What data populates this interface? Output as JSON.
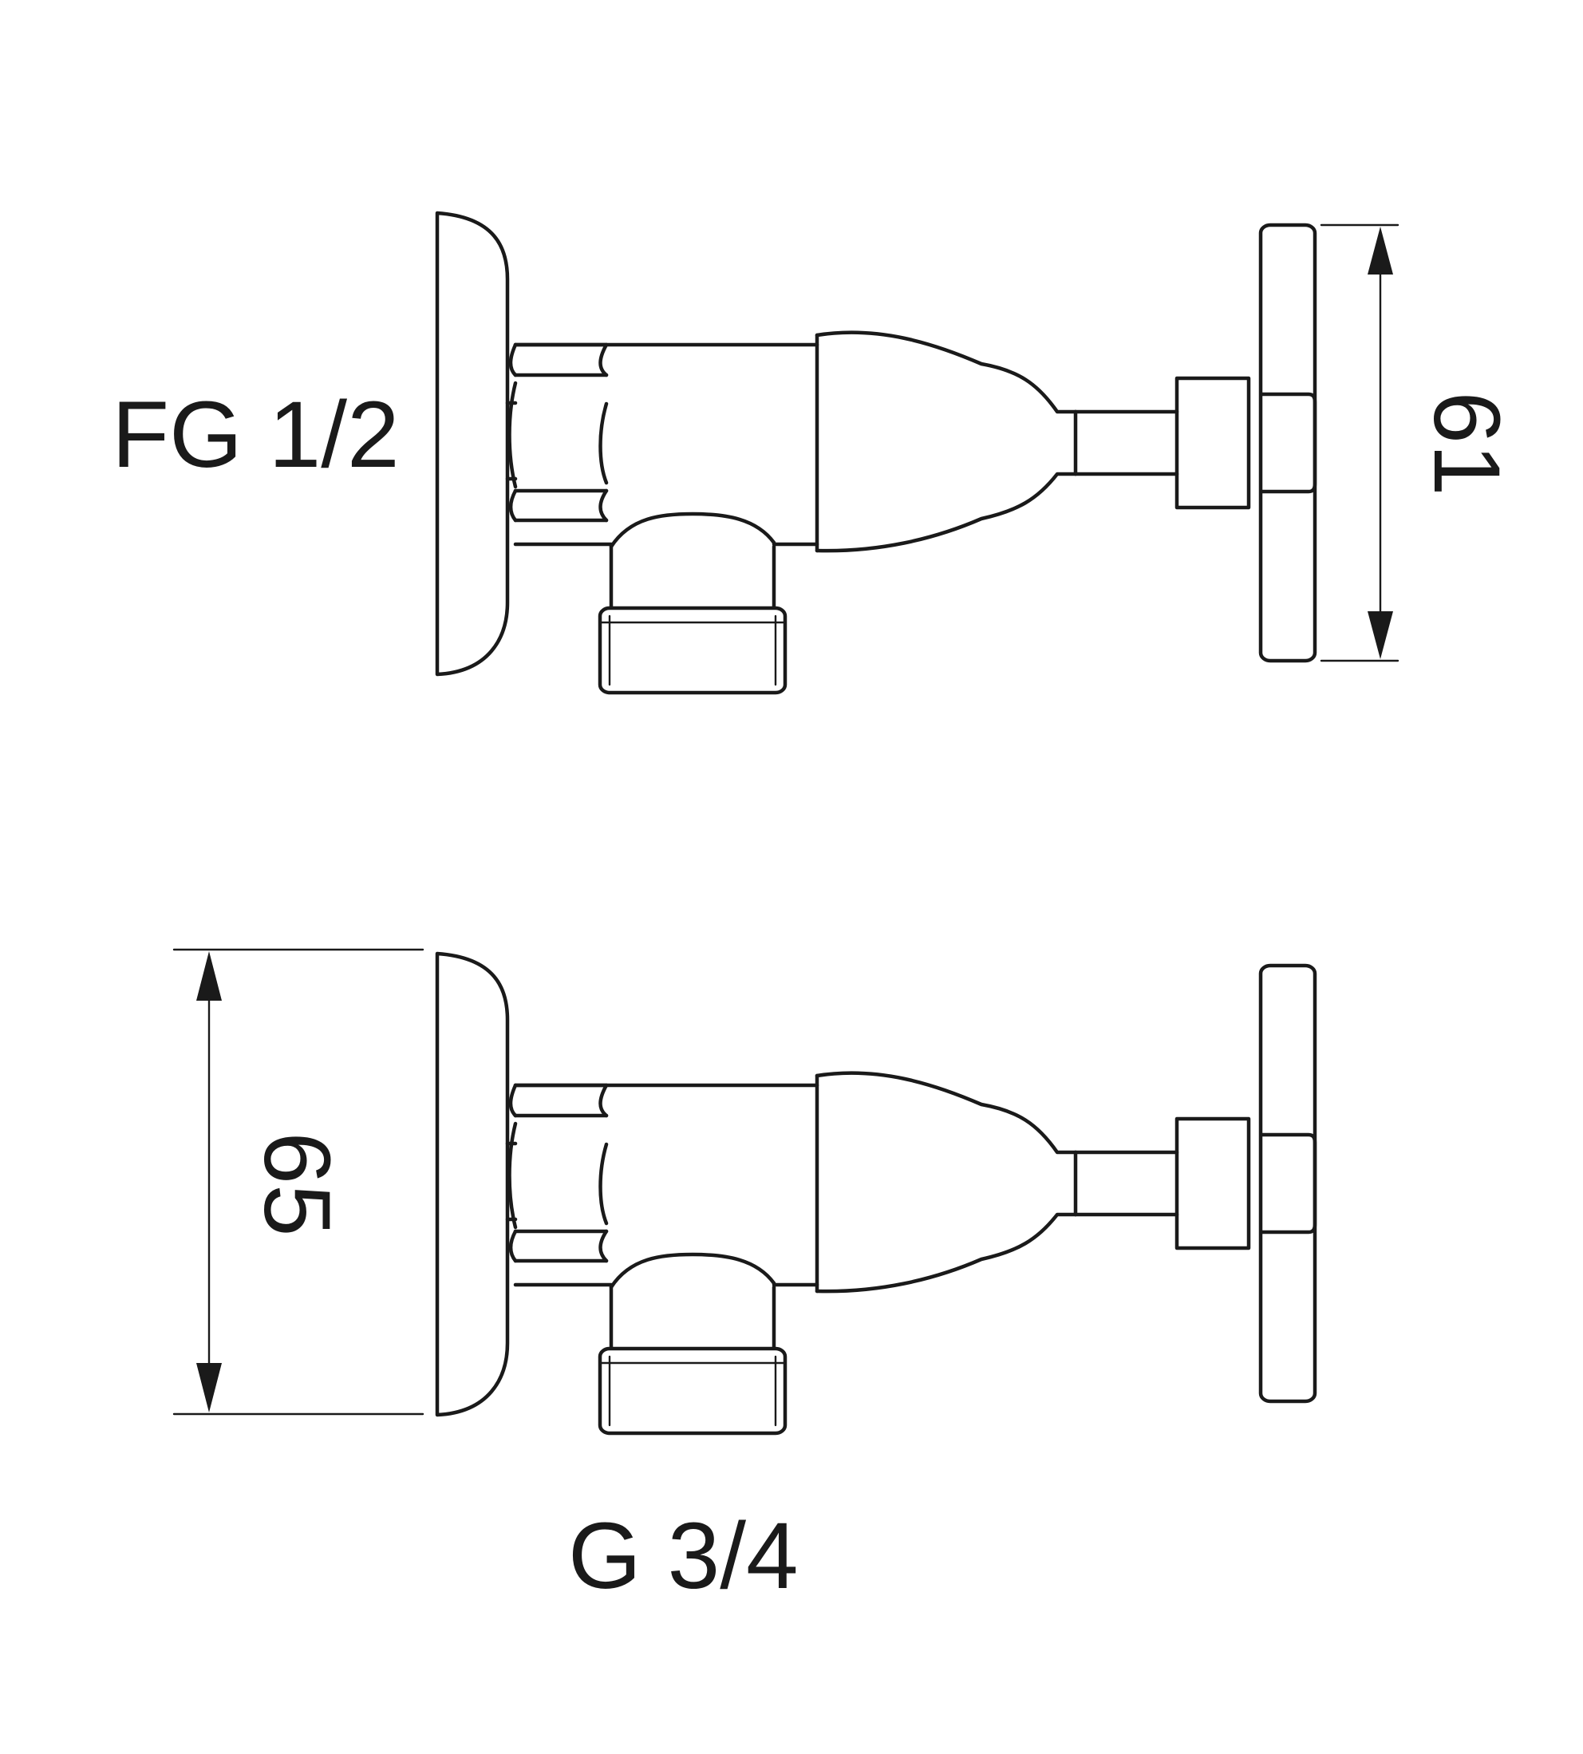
{
  "labels": {
    "inlet_thread": "FG 1/2",
    "outlet_thread": "G 3/4",
    "handle_height": "61",
    "flange_height": "65"
  },
  "colors": {
    "line": "#1a1a1a",
    "background": "#ffffff"
  }
}
